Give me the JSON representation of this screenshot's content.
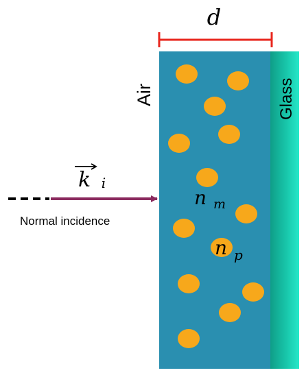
{
  "labels": {
    "thickness": "d",
    "air": "Air",
    "glass": "Glass",
    "wave_vector_base": "k",
    "wave_vector_sub": "i",
    "incidence": "Normal incidence",
    "medium_index_base": "n",
    "medium_index_sub": "m",
    "particle_index_base": "n",
    "particle_index_sub": "p"
  },
  "colors": {
    "film": "#2a8fb0",
    "particle": "#f7a81b",
    "glass_light": "#1fe0c0",
    "glass_dark": "#0c8a78",
    "thickness_bar": "#e8261d",
    "arrow": "#8b2a5e",
    "text": "#000000"
  },
  "icons": {
    "thickness_marker": "double-headed-bar",
    "incident_arrow": "right-arrow",
    "vector_accent": "right-arrow-accent"
  }
}
